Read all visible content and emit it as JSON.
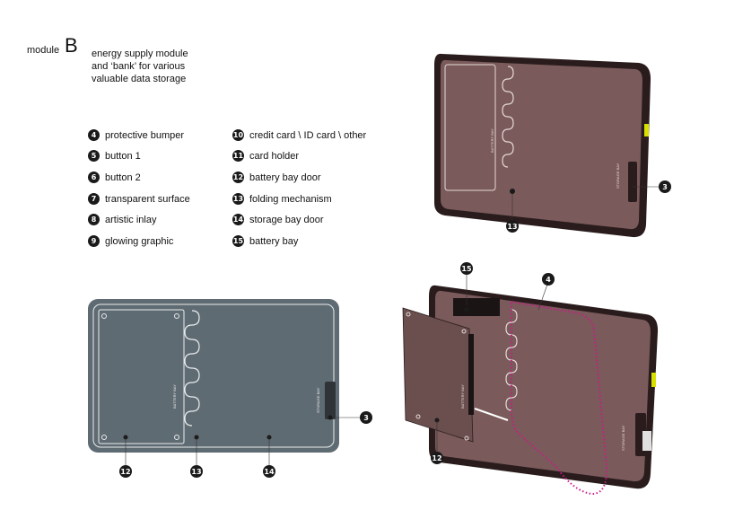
{
  "header": {
    "module_word": "module",
    "module_letter": "B",
    "description": [
      "energy supply module",
      "and ‘bank’ for various",
      "valuable data storage"
    ]
  },
  "legend": [
    {
      "num": "4",
      "label": "protective bumper"
    },
    {
      "num": "5",
      "label": "button 1"
    },
    {
      "num": "6",
      "label": "button 2"
    },
    {
      "num": "7",
      "label": "transparent surface"
    },
    {
      "num": "8",
      "label": "artistic inlay"
    },
    {
      "num": "9",
      "label": "glowing graphic"
    },
    {
      "num": "10",
      "label": "credit card \\ ID card \\ other"
    },
    {
      "num": "11",
      "label": "card holder"
    },
    {
      "num": "12",
      "label": "battery bay door"
    },
    {
      "num": "13",
      "label": "folding mechanism"
    },
    {
      "num": "14",
      "label": "storage bay door"
    },
    {
      "num": "15",
      "label": "battery bay"
    }
  ],
  "device_labels": {
    "battery_bay": "BATTERY BAY",
    "storage_bay": "STORAGE BAY"
  },
  "callouts": {
    "top_right_3": "3",
    "top_right_13": "13",
    "flat_3": "3",
    "flat_12": "12",
    "flat_13": "13",
    "flat_14": "14",
    "exploded_15": "15",
    "exploded_4": "4",
    "exploded_12": "12"
  },
  "colors": {
    "device_brown": "#7a5a5a",
    "device_dark": "#2a1c1c",
    "flat_slate": "#5f6b72",
    "accent_yellow": "#d8e000",
    "dotted_magenta": "#cc1a8a"
  }
}
